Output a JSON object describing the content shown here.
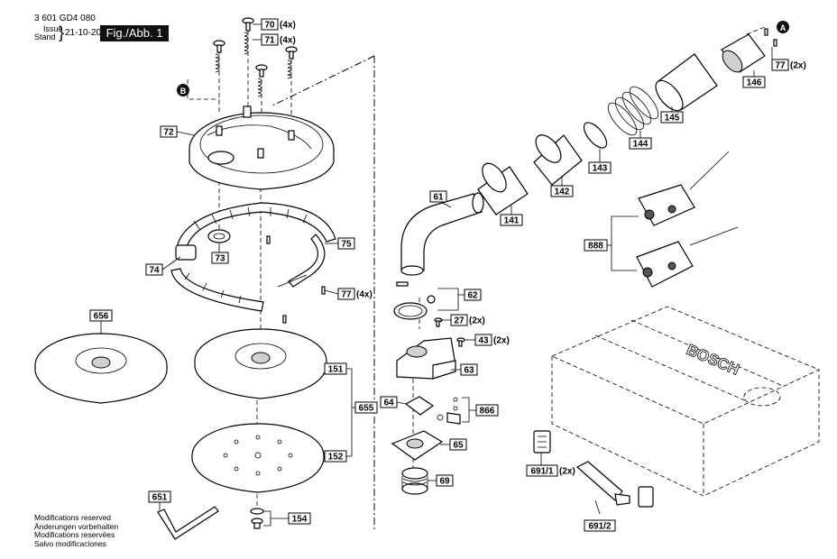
{
  "header": {
    "doc_number": "3 601 GD4 080",
    "issue_label": "Issue",
    "stand_label": "Stand",
    "issue_date": "21-10-20",
    "figure_label": "Fig./Abb. 1"
  },
  "notes": [
    "Modifications reserved",
    "Änderungen vorbehalten",
    "Modifications reservées",
    "Salvo modificaciones"
  ],
  "markers": {
    "a": "A",
    "b": "B"
  },
  "parts": [
    {
      "id": "p70",
      "label": "70",
      "qty": "(4x)"
    },
    {
      "id": "p71",
      "label": "71",
      "qty": "(4x)"
    },
    {
      "id": "p72",
      "label": "72",
      "qty": ""
    },
    {
      "id": "p73",
      "label": "73",
      "qty": ""
    },
    {
      "id": "p74",
      "label": "74",
      "qty": ""
    },
    {
      "id": "p75",
      "label": "75",
      "qty": ""
    },
    {
      "id": "p77a",
      "label": "77",
      "qty": "(4x)"
    },
    {
      "id": "p77b",
      "label": "77",
      "qty": "(2x)"
    },
    {
      "id": "p656",
      "label": "656",
      "qty": ""
    },
    {
      "id": "p151",
      "label": "151",
      "qty": ""
    },
    {
      "id": "p655",
      "label": "655",
      "qty": ""
    },
    {
      "id": "p152",
      "label": "152",
      "qty": ""
    },
    {
      "id": "p651",
      "label": "651",
      "qty": ""
    },
    {
      "id": "p154",
      "label": "154",
      "qty": ""
    },
    {
      "id": "p61",
      "label": "61",
      "qty": ""
    },
    {
      "id": "p62",
      "label": "62",
      "qty": ""
    },
    {
      "id": "p27",
      "label": "27",
      "qty": "(2x)"
    },
    {
      "id": "p43",
      "label": "43",
      "qty": "(2x)"
    },
    {
      "id": "p63",
      "label": "63",
      "qty": ""
    },
    {
      "id": "p64",
      "label": "64",
      "qty": ""
    },
    {
      "id": "p866",
      "label": "866",
      "qty": ""
    },
    {
      "id": "p65",
      "label": "65",
      "qty": ""
    },
    {
      "id": "p69",
      "label": "69",
      "qty": ""
    },
    {
      "id": "p141",
      "label": "141",
      "qty": ""
    },
    {
      "id": "p142",
      "label": "142",
      "qty": ""
    },
    {
      "id": "p143",
      "label": "143",
      "qty": ""
    },
    {
      "id": "p144",
      "label": "144",
      "qty": ""
    },
    {
      "id": "p145",
      "label": "145",
      "qty": ""
    },
    {
      "id": "p146",
      "label": "146",
      "qty": ""
    },
    {
      "id": "p888",
      "label": "888",
      "qty": ""
    },
    {
      "id": "p691_1",
      "label": "691/1",
      "qty": "(2x)"
    },
    {
      "id": "p691_2",
      "label": "691/2",
      "qty": ""
    }
  ],
  "case_brand": "BOSCH"
}
